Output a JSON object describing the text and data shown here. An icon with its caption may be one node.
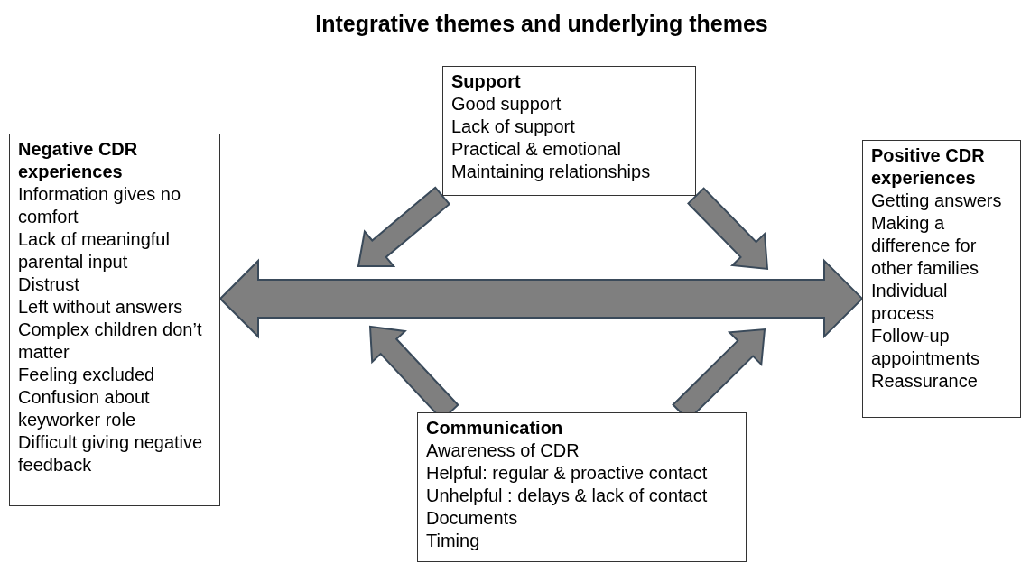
{
  "diagram": {
    "title": "Integrative themes and underlying themes",
    "nodes": [
      {
        "text": [
          "Support",
          "Good support",
          "Lack of support",
          "Practical & emotional",
          "Maintaining relationships"
        ]
      },
      {
        "text": [
          "Negative CDR experiences",
          "Information gives no comfort",
          "Lack of meaningful parental input",
          "Distrust",
          "Left without answers",
          "Complex children don’t matter",
          "Feeling excluded",
          "Confusion about keyworker role",
          "Difficult giving negative feedback"
        ]
      },
      {
        "text": [
          "Positive CDR experiences",
          "Getting answers",
          "Making a difference for other families",
          "Individual process",
          "Follow-up appointments",
          "Reassurance"
        ]
      },
      {
        "text": [
          "Communication",
          "Awareness of CDR",
          "Helpful: regular & proactive contact",
          "Unhelpful : delays & lack of contact",
          "Documents",
          "Timing"
        ]
      }
    ],
    "edges": [
      {
        "from": 1,
        "to": 2,
        "arrow": "both",
        "style": "thick"
      },
      {
        "from": 0,
        "to": null,
        "arrow": "to",
        "style": "thick"
      },
      {
        "from": 0,
        "to": null,
        "arrow": "to",
        "style": "thick"
      },
      {
        "from": 3,
        "to": null,
        "arrow": "to",
        "style": "thick"
      },
      {
        "from": 3,
        "to": null,
        "arrow": "to",
        "style": "thick"
      }
    ]
  }
}
